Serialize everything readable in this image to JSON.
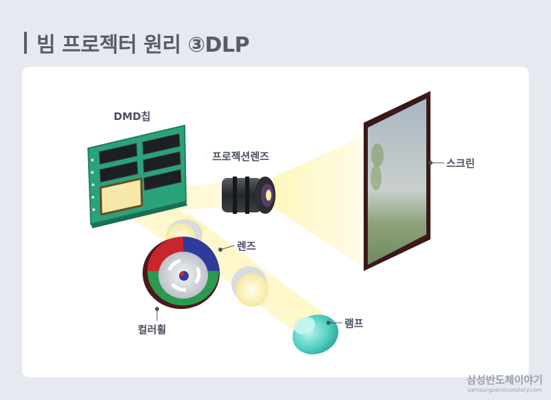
{
  "title": "빔 프로젝터 원리 ③DLP",
  "labels": {
    "dmd": "DMD칩",
    "projection_lens": "프로젝션렌즈",
    "screen": "스크린",
    "lens": "렌즈",
    "lamp": "램프",
    "color_wheel": "컬러휠"
  },
  "watermark": {
    "main": "삼성반도체이야기",
    "sub": "samsungsemiconstory.com"
  },
  "colors": {
    "title": "#555d6b",
    "beam": "#fff3a0",
    "wheel_red": "#c8262a",
    "wheel_blue": "#2f3a9a",
    "wheel_green": "#2a9a4e",
    "chip_board": "#2aa37a",
    "lamp": "#5fd6c6"
  }
}
